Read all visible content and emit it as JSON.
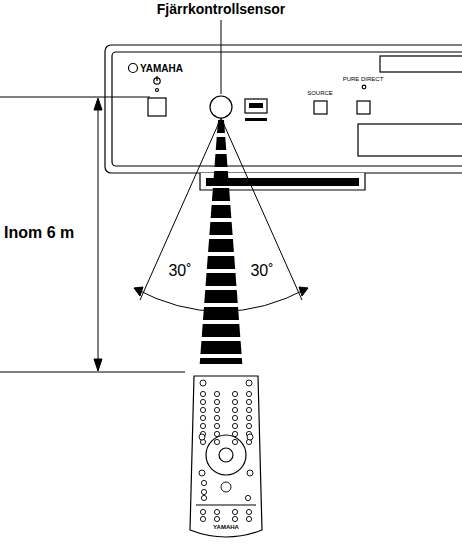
{
  "diagram": {
    "labels": [
      "Fjärrkontrollsensor",
      "YAMAHA",
      "SOURCE",
      "PURE DIRECT",
      "Inom 6 m",
      "30˚",
      "30˚",
      "YAMAHA"
    ]
  }
}
